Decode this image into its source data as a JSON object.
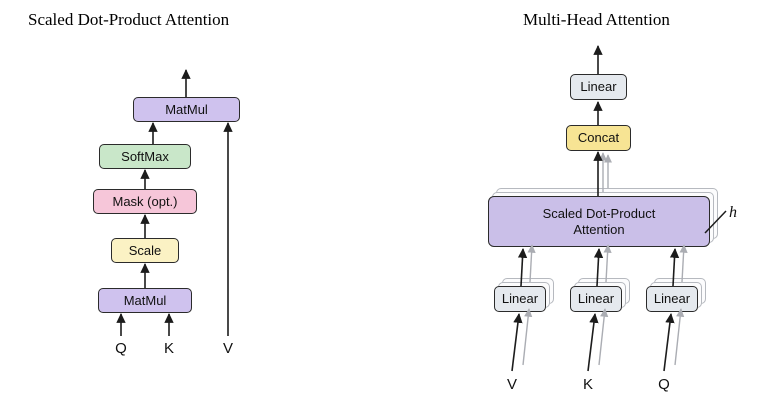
{
  "figure": {
    "left": {
      "title": "Scaled Dot-Product Attention",
      "boxes": {
        "matmul_top": "MatMul",
        "softmax": "SoftMax",
        "mask": "Mask (opt.)",
        "scale": "Scale",
        "matmul_bottom": "MatMul"
      },
      "inputs": {
        "q": "Q",
        "k": "K",
        "v": "V"
      }
    },
    "right": {
      "title": "Multi-Head Attention",
      "boxes": {
        "linear_out": "Linear",
        "concat": "Concat",
        "attention": "Scaled Dot-Product Attention",
        "linear_v": "Linear",
        "linear_k": "Linear",
        "linear_q": "Linear"
      },
      "annotations": {
        "heads": "h"
      },
      "inputs": {
        "v": "V",
        "k": "K",
        "q": "Q"
      }
    },
    "colors": {
      "matmul_fill": "#cfc2ee",
      "softmax_fill": "#c9e7c9",
      "mask_fill": "#f6c6d9",
      "scale_fill": "#fbf2c4",
      "linear_fill": "#e5e9ee",
      "concat_fill": "#f7e494",
      "attention_fill": "#cabfe8",
      "arrow": "#1c1c1c",
      "arrow_faded": "#abadb3"
    }
  }
}
